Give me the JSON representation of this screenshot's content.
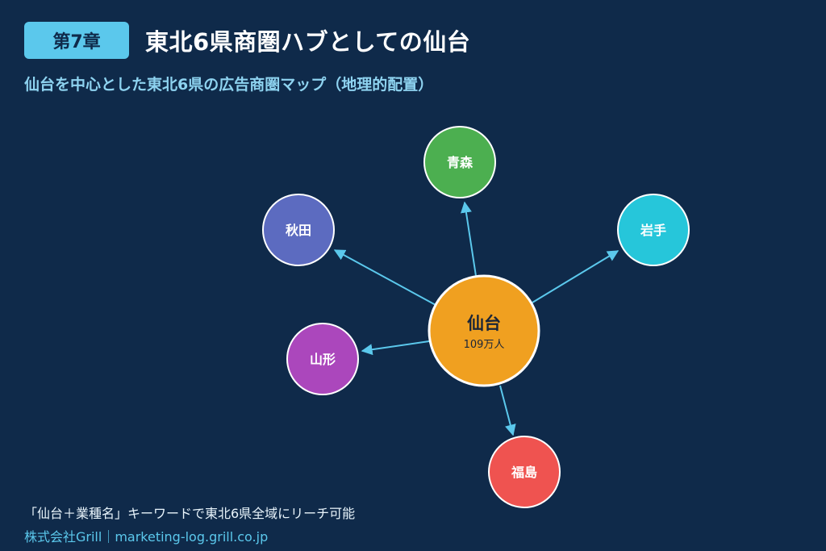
{
  "header": {
    "badge": "第7章",
    "title": "東北6県商圏ハブとしての仙台",
    "subtitle": "仙台を中心とした東北6県の広告商圏マップ（地理的配置）"
  },
  "hub": {
    "name": "仙台",
    "population": "109万人",
    "color": "#f0a020"
  },
  "nodes": [
    {
      "id": "aomori",
      "name": "青森",
      "color": "#4caf50"
    },
    {
      "id": "iwate",
      "name": "岩手",
      "color": "#26c6da"
    },
    {
      "id": "akita",
      "name": "秋田",
      "color": "#5c6bc0"
    },
    {
      "id": "yamagata",
      "name": "山形",
      "color": "#ab47bc"
    },
    {
      "id": "fukushima",
      "name": "福島",
      "color": "#ef5350"
    }
  ],
  "arrow_color": "#5bc8ec",
  "footer": {
    "note": "「仙台＋業種名」キーワードで東北6県全域にリーチ可能",
    "credit": "株式会社Grill｜marketing-log.grill.co.jp"
  }
}
